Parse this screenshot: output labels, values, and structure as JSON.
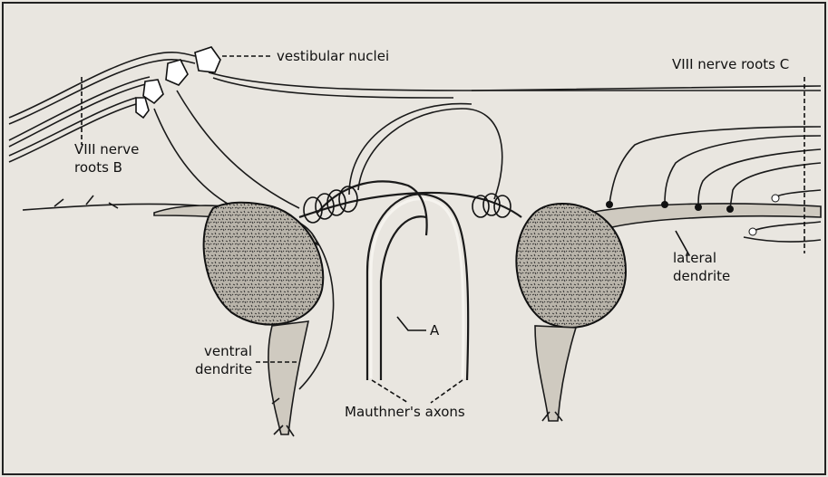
{
  "labels": {
    "vestibular_nuclei": "vestibular nuclei",
    "nerve_roots_c": "VIII nerve roots  C",
    "nerve_roots_b_line1": "VIII nerve",
    "nerve_roots_b_line2": "roots  B",
    "lateral_line1": "lateral",
    "lateral_line2": "dendrite",
    "ventral_line1": "ventral",
    "ventral_line2": "dendrite",
    "label_a": "A",
    "mauthners_axons": "Mauthner's axons"
  },
  "colors": {
    "background": "#e9e6e0",
    "ink": "#1a1a1a",
    "cell_body": "#8f8a80"
  }
}
